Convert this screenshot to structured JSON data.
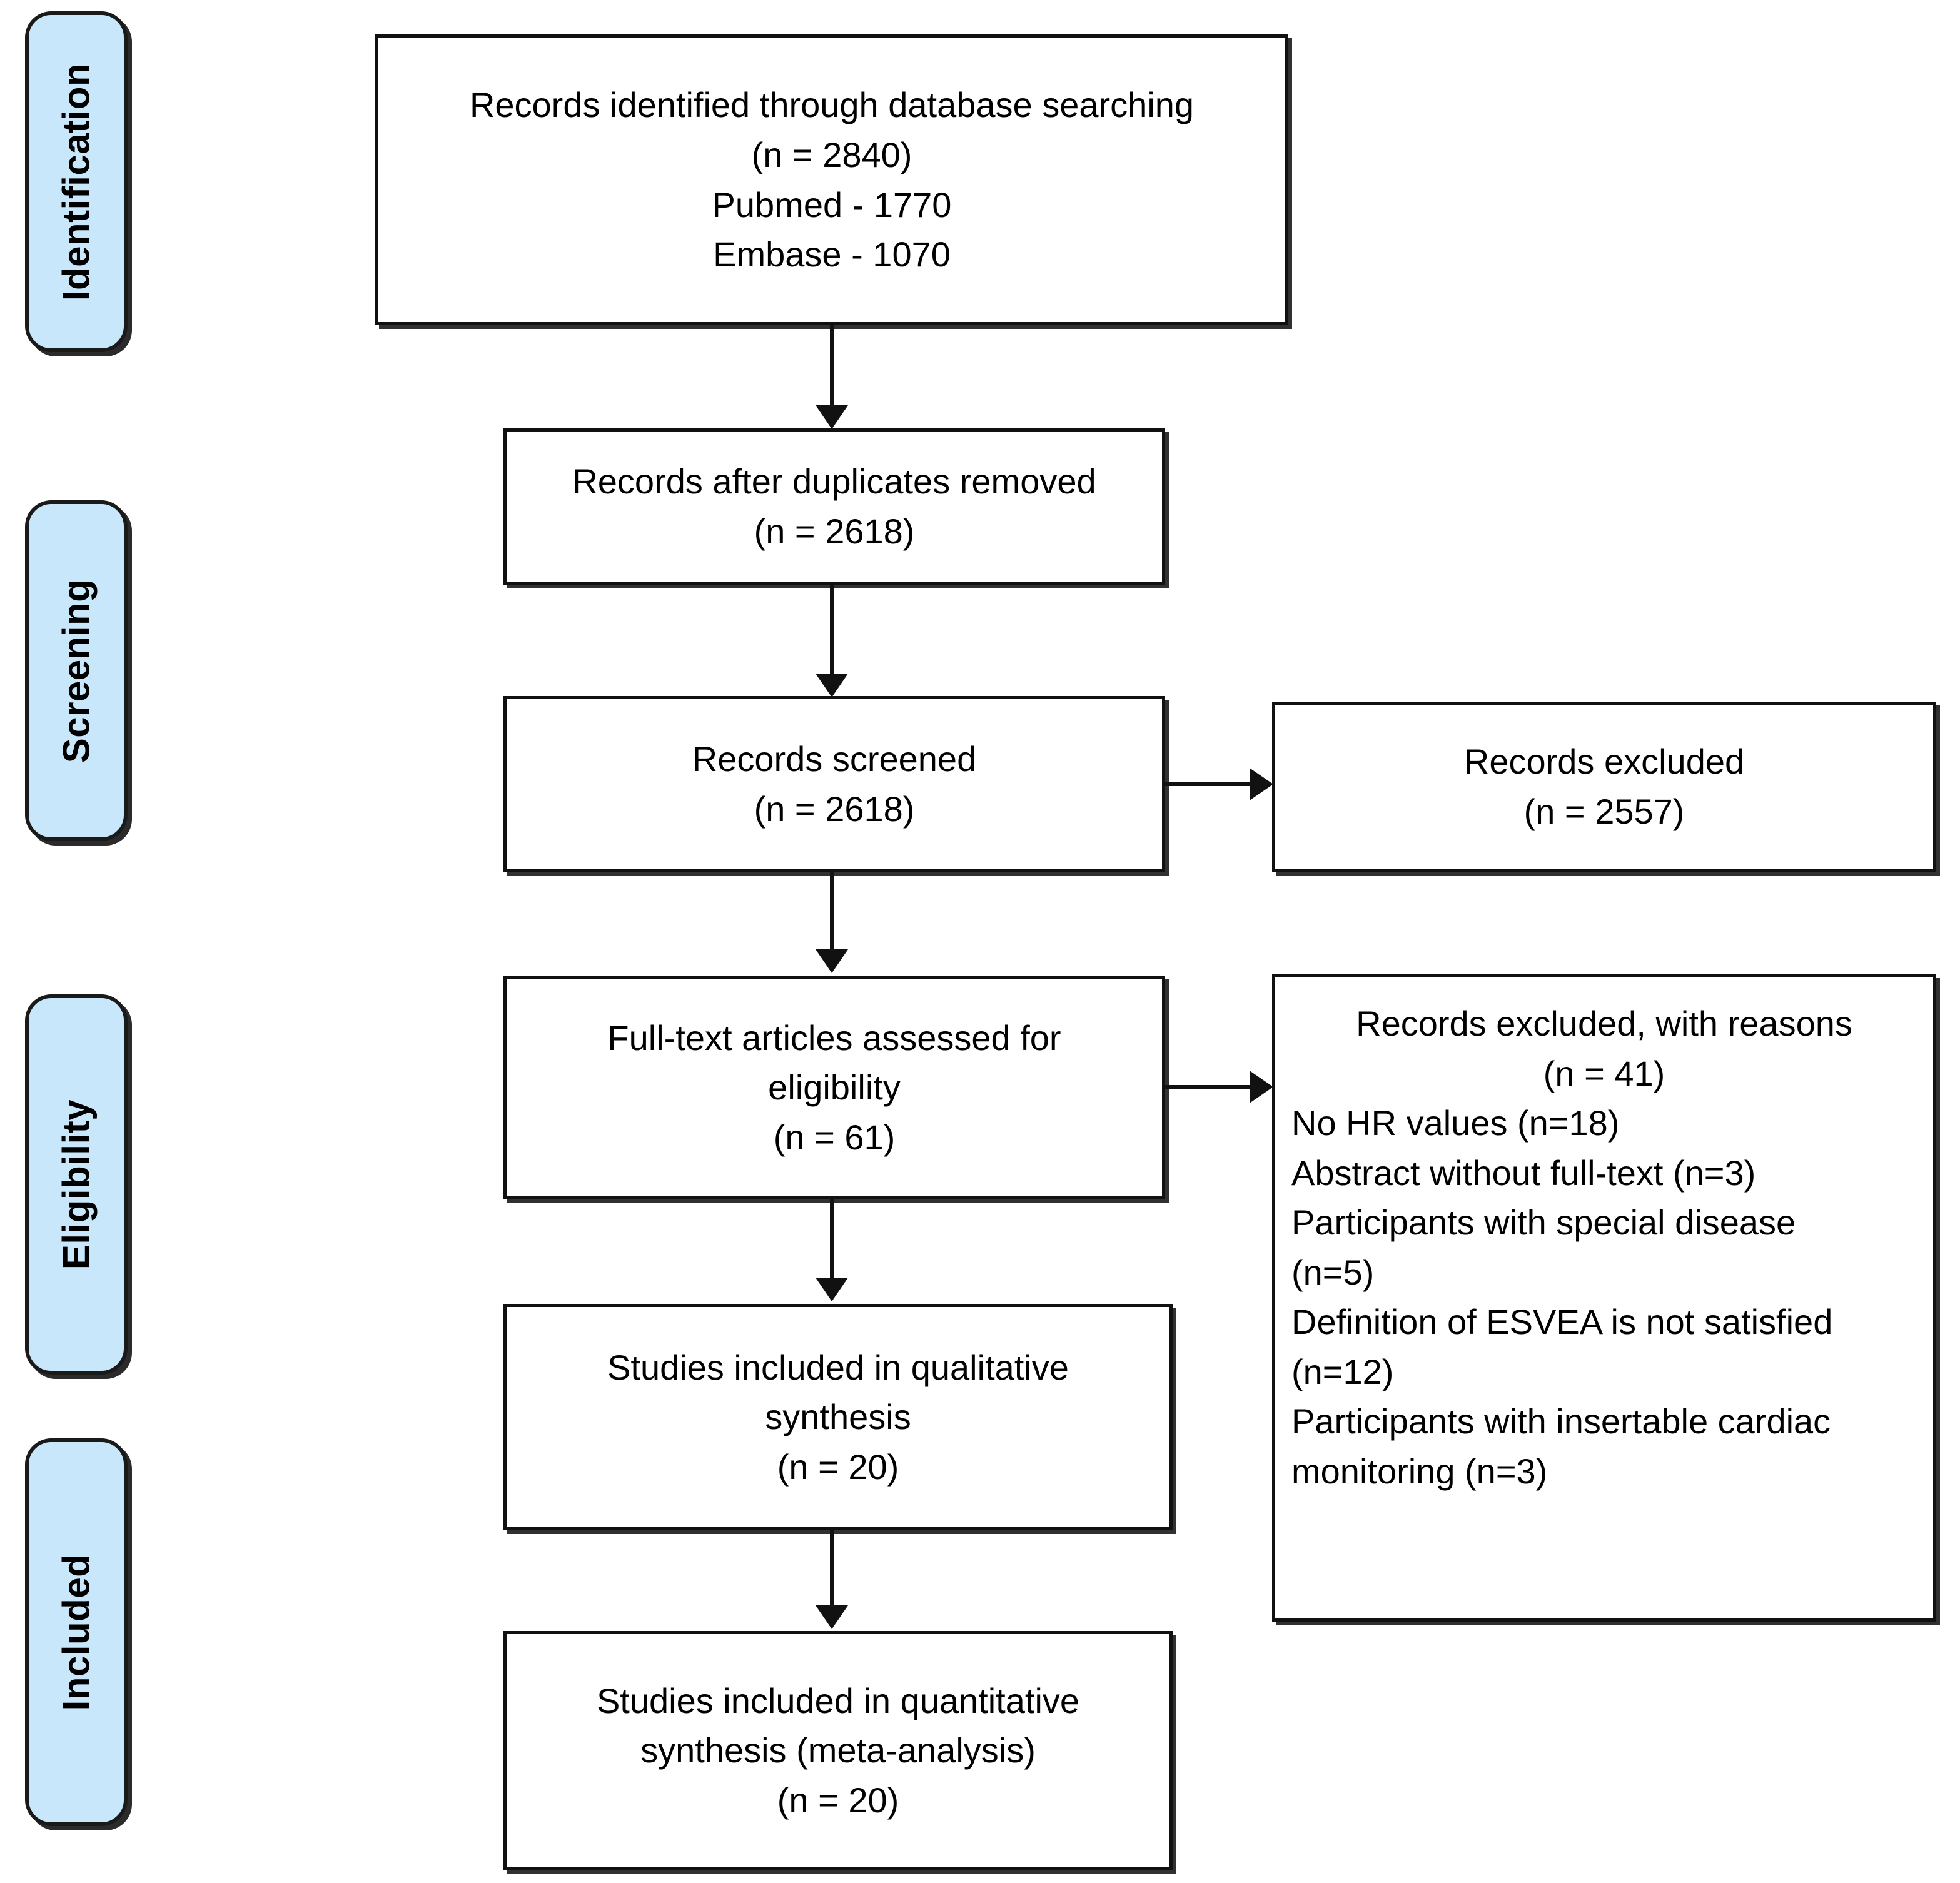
{
  "diagram": {
    "type": "prisma-flow-diagram",
    "accent_color": "#c9e7fb",
    "line_color": "#111111",
    "background": "#ffffff"
  },
  "stages": [
    {
      "id": "identification",
      "label": "Identification"
    },
    {
      "id": "screening",
      "label": "Screening"
    },
    {
      "id": "eligibility",
      "label": "Eligibility"
    },
    {
      "id": "included",
      "label": "Included"
    }
  ],
  "boxes": {
    "identified": {
      "lines": [
        "Records identified through database searching",
        "(n = 2840)",
        "Pubmed - 1770",
        "Embase - 1070"
      ]
    },
    "duplicates_removed": {
      "lines": [
        "Records after duplicates removed",
        "(n = 2618)"
      ]
    },
    "screened": {
      "lines": [
        "Records screened",
        "(n = 2618)"
      ]
    },
    "excluded": {
      "lines": [
        "Records excluded",
        "(n = 2557)"
      ]
    },
    "fulltext_assessed": {
      "lines": [
        "Full-text articles assessed for",
        "eligibility",
        "(n = 61)"
      ]
    },
    "excluded_with_reasons": {
      "heading": [
        "Records excluded, with reasons",
        "(n = 41)"
      ],
      "reasons": [
        "No HR values (n=18)",
        "Abstract without full-text (n=3)",
        "Participants with special disease",
        "(n=5)",
        "Definition of ESVEA is not satisfied",
        "(n=12)",
        "Participants with insertable cardiac",
        "monitoring (n=3)"
      ]
    },
    "qualitative": {
      "lines": [
        "Studies included in qualitative",
        "synthesis",
        "(n = 20)"
      ]
    },
    "quantitative": {
      "lines": [
        "Studies included in quantitative",
        "synthesis (meta-analysis)",
        "(n = 20)"
      ]
    }
  }
}
